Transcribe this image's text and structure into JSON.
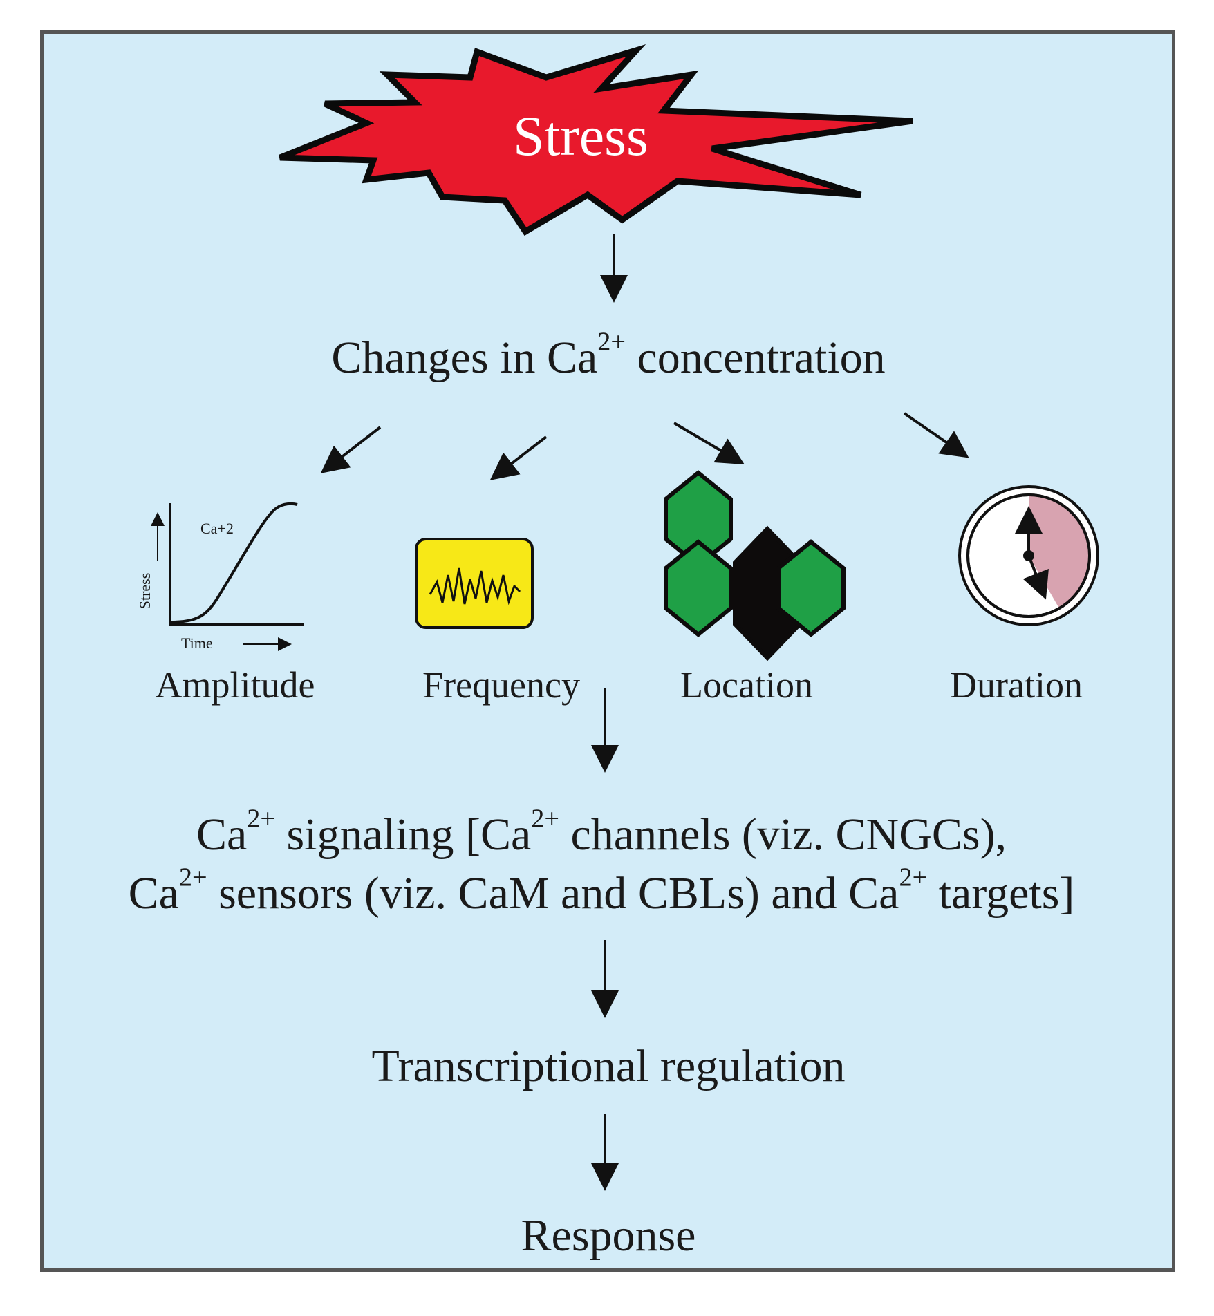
{
  "stress": {
    "label": "Stress"
  },
  "changes": {
    "pre": "Changes in Ca",
    "sup": "2+",
    "post": " concentration"
  },
  "features": [
    {
      "label": "Amplitude",
      "icon": "amplitude-graph-icon"
    },
    {
      "label": "Frequency",
      "icon": "waveform-icon"
    },
    {
      "label": "Location",
      "icon": "hexagon-cluster-icon"
    },
    {
      "label": "Duration",
      "icon": "clock-icon"
    }
  ],
  "amplitude_graph": {
    "curve_label": "Ca+2",
    "ylabel": "Stress",
    "xlabel": "Time"
  },
  "signaling": {
    "line1": {
      "a": "Ca",
      "a_sup": "2+",
      "b": " signaling [Ca",
      "b_sup": "2+",
      "c": " channels (viz. CNGCs),"
    },
    "line2": {
      "a": "Ca",
      "a_sup": "2+",
      "b": " sensors (viz. CaM and CBLs) and Ca",
      "b_sup": "2+",
      "c": " targets]"
    }
  },
  "transcription": {
    "label": "Transcriptional regulation"
  },
  "response": {
    "label": "Response"
  },
  "colors": {
    "background": "#d3ecf8",
    "border": "#555555",
    "burst": "#e8192c",
    "hex_green": "#1fa046",
    "hex_black": "#0d0b0b",
    "wave_box": "#f7e817",
    "clock_sector": "#d8a3b0"
  }
}
